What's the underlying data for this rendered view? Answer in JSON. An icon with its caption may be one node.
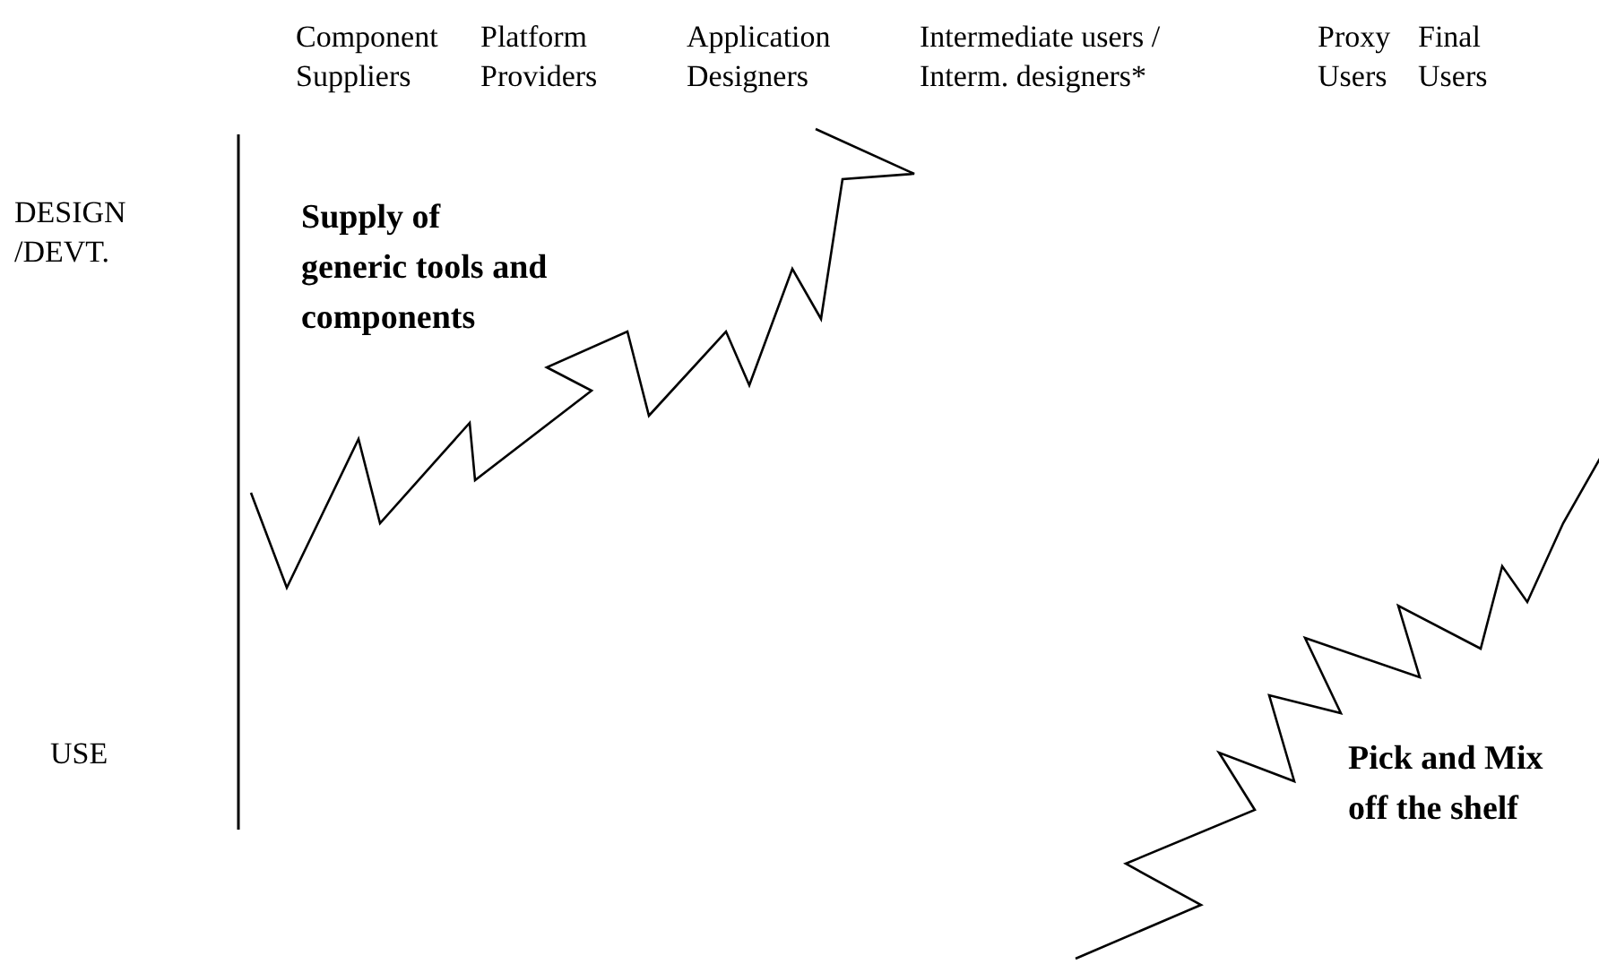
{
  "diagram": {
    "labels": [
      "Component Suppliers",
      "Platform Providers",
      "Application Designers",
      "Intermediate users / Interm. designers*",
      "Proxy Users",
      "Final Users",
      "DESIGN /DEVT.",
      "Supply of generic tools and components",
      "USE",
      "Pick and Mix off the shelf"
    ]
  }
}
